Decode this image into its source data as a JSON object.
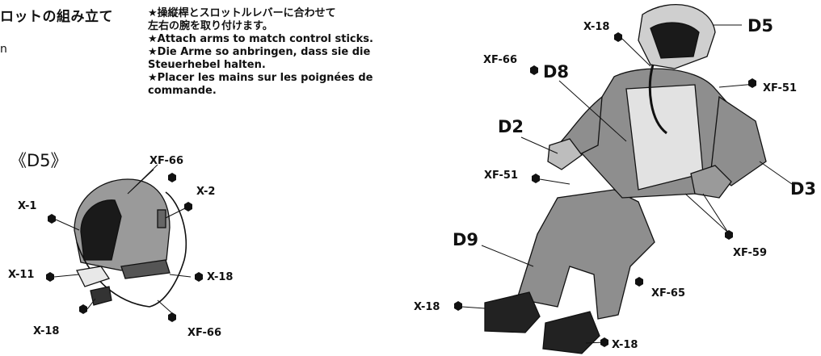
{
  "header": {
    "title_ja": "ロットの組み立て",
    "subtitle": "n"
  },
  "instructions": {
    "ja_line1": "★操縦桿とスロットルレバーに合わせて",
    "ja_line2": "左右の腕を取り付けます。",
    "en": "★Attach arms to match control sticks.",
    "de_line1": "★Die Arme so anbringen, dass sie die",
    "de_line2": "Steuerhebel halten.",
    "fr_line1": "★Placer les mains sur les poignées de",
    "fr_line2": "commande."
  },
  "helmet_detail": {
    "heading": "《D5》",
    "paints": {
      "top": "XF-66",
      "upper_right": "X-2",
      "left": "X-1",
      "middle_left": "X-11",
      "right": "X-18",
      "bottom_left": "X-18",
      "bottom_right": "XF-66"
    }
  },
  "figure": {
    "parts": {
      "helmet": "D5",
      "vest": "D8",
      "left_arm": "D2",
      "right_arm": "D3",
      "legs": "D9"
    },
    "paints": {
      "visor": "X-18",
      "vest": "XF-66",
      "flight_suit_right": "XF-51",
      "flight_suit_left": "XF-51",
      "straps": "XF-59",
      "seat_buckle": "XF-65",
      "boot_left": "X-18",
      "boot_right": "X-18"
    }
  },
  "colors": {
    "ink": "#111111",
    "suit_gray": "#8e8e8e",
    "vest_light": "#e2e2e2",
    "helmet_gray": "#999999",
    "visor_black": "#1a1a1a"
  }
}
